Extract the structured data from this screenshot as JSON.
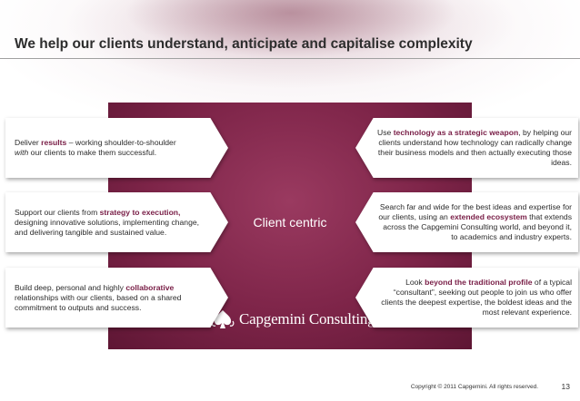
{
  "slide": {
    "title": "We help our clients understand, anticipate and capitalise complexity",
    "center_label": "Client centric",
    "logo_text": "Capgemini Consulting",
    "copyright": "Copyright © 2011 Capgemini. All rights reserved.",
    "page_number": "13"
  },
  "left_cards": [
    {
      "t1": "Deliver ",
      "h1": "results",
      "t2": " – working shoulder-to-shoulder",
      "em1": "with",
      "t3": " our clients to make them successful."
    },
    {
      "t1": "Support our clients from ",
      "h1": "strategy to execution,",
      "t2": " designing innovative solutions, implementing change, and delivering tangible and sustained value."
    },
    {
      "t1": "Build deep, personal and highly ",
      "h1": "collaborative",
      "t2": " relationships with our clients, based on a shared commitment to outputs and success."
    }
  ],
  "right_cards": [
    {
      "t1": "Use ",
      "h1": "technology as a strategic weapon",
      "t2": ", by helping our clients understand how technology can radically change their business models and then actually executing those ideas."
    },
    {
      "t1": "Search far and wide for the best ideas and expertise for our clients, using an ",
      "h1": "extended ecosystem",
      "t2": " that extends across the Capgemini Consulting world, and beyond it, to academics and industry experts."
    },
    {
      "t1": "Look ",
      "h1": "beyond the traditional profile",
      "t2": " of a typical “consultant”, seeking out people to join us who offer clients the deepest expertise, the boldest ideas and the most relevant experience."
    }
  ],
  "colors": {
    "accent": "#7a2048",
    "panel": "#7d2448",
    "title": "#2d2d2d"
  },
  "icons": [
    "spade-logo-icon"
  ]
}
